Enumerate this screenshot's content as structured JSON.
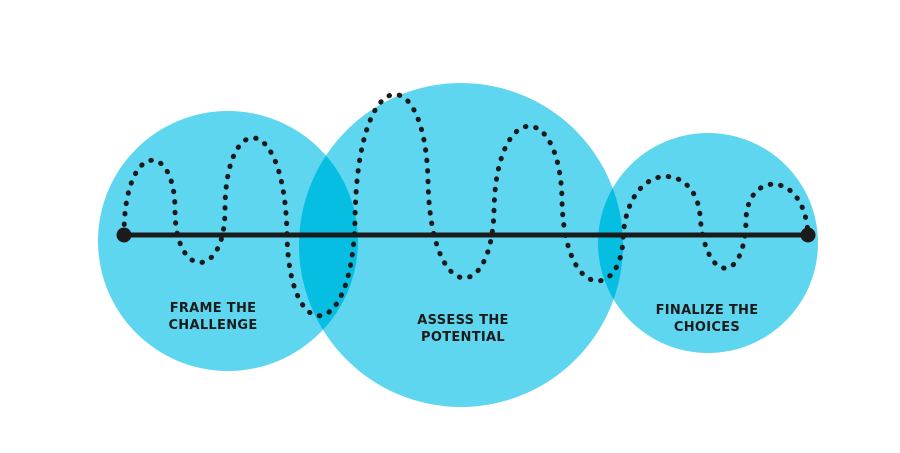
{
  "colors": {
    "circle_fill": "#5fd6f0",
    "overlap_fill": "#06bde2",
    "line": "#1b1b1b",
    "background": "#ffffff"
  },
  "stages": [
    {
      "line1": "FRAME THE",
      "line2": "CHALLENGE"
    },
    {
      "line1": "ASSESS THE",
      "line2": "POTENTIAL"
    },
    {
      "line1": "FINALIZE THE",
      "line2": "CHOICES"
    }
  ]
}
